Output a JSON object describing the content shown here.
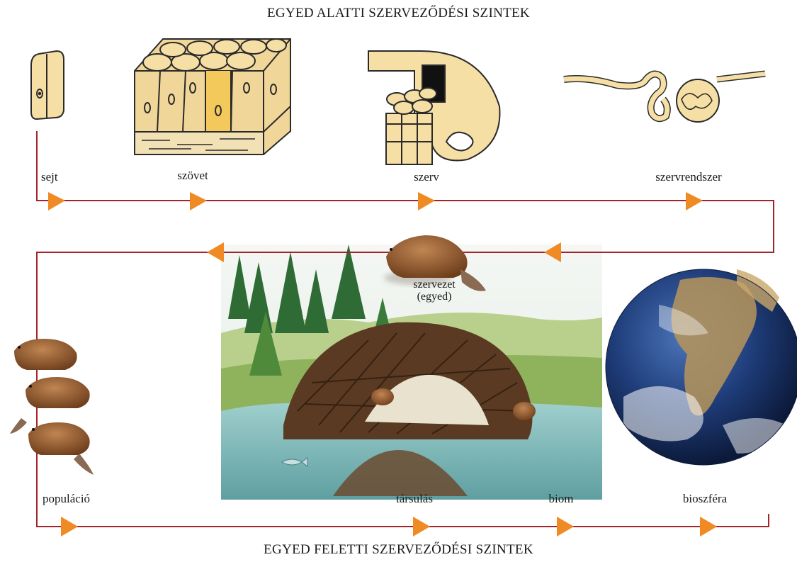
{
  "titles": {
    "top": "EGYED ALATTI SZERVEZŐDÉSI SZINTEK",
    "bottom": "EGYED FELETTI SZERVEZŐDÉSI SZINTEK"
  },
  "levels": {
    "cell": "sejt",
    "tissue": "szövet",
    "organ": "szerv",
    "organ_system": "szervrendszer",
    "organism": "szervezet",
    "organism_sub": "(egyed)",
    "population": "populáció",
    "community": "társulás",
    "biome": "biom",
    "biosphere": "bioszféra"
  },
  "colors": {
    "line": "#a3252a",
    "arrow": "#f08a24",
    "cell_fill": "#f6dfa5",
    "cell_stroke": "#2a2a2a",
    "beaver": "#9b5a2e",
    "water": "#7fb7b9",
    "sky": "#e9f1ee",
    "earth_ocean": "#1f3d7a"
  },
  "icons": [
    "cell-icon",
    "tissue-icon",
    "organ-icon",
    "organ-system-icon",
    "beaver-icon",
    "habitat-scene",
    "earth-globe"
  ]
}
